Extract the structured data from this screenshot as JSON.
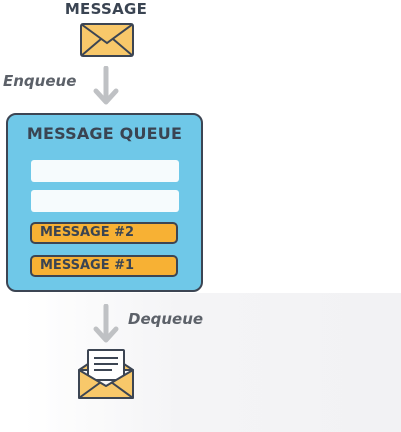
{
  "labels": {
    "top": "MESSAGE",
    "enqueue": "Enqueue",
    "dequeue": "Dequeue",
    "queue_title": "MESSAGE QUEUE"
  },
  "queue": {
    "empty_slots": 2,
    "messages": [
      "MESSAGE #2",
      "MESSAGE #1"
    ]
  },
  "colors": {
    "queue_fill": "#6fc8e8",
    "message_fill": "#f7b134",
    "outline": "#3c4553",
    "envelope": "#f8c86a",
    "arrow": "#bfc1c4"
  }
}
